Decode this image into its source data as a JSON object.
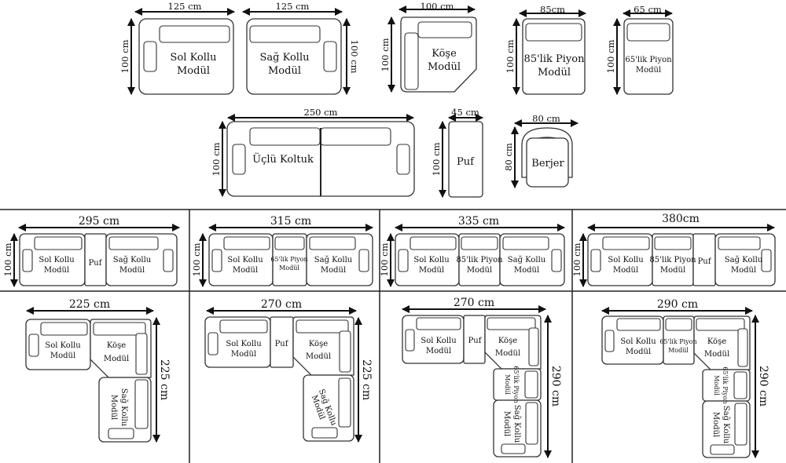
{
  "colors": {
    "stroke": "#333333",
    "fill": "#ffffff",
    "divider": "#222222"
  },
  "modules": {
    "sol": {
      "label1": "Sol Kollu",
      "label2": "Modül",
      "width": "125 cm",
      "depth": "100 cm"
    },
    "sag": {
      "label1": "Sağ Kollu",
      "label2": "Modül",
      "width": "125 cm",
      "depth": "100 cm"
    },
    "kose": {
      "label1": "Köşe",
      "label2": "Modül",
      "width": "100 cm",
      "depth": "100 cm"
    },
    "p85": {
      "label1": "85'lik Piyon",
      "label2": "Modül",
      "width": "85cm",
      "depth": "100 cm"
    },
    "p65": {
      "label1": "65'lik Piyon",
      "label2": "Modül",
      "width": "65 cm",
      "depth": "100 cm"
    },
    "uclu": {
      "label1": "Üçlü Koltuk",
      "width": "250 cm",
      "depth": "100 cm"
    },
    "puf": {
      "label1": "Puf",
      "width": "45 cm",
      "depth": "100 cm"
    },
    "berjer": {
      "label1": "Berjer",
      "width": "80 cm",
      "depth": "80 cm"
    }
  },
  "combos": {
    "c1": {
      "width": "295 cm",
      "depth": "100 cm"
    },
    "c2": {
      "width": "315 cm",
      "depth": "100 cm"
    },
    "c3": {
      "width": "335 cm",
      "depth": "100 cm"
    },
    "c4": {
      "width": "380cm",
      "depth": "100 cm"
    },
    "l1": {
      "width": "225 cm",
      "height": "225 cm"
    },
    "l2": {
      "width": "270 cm",
      "height": "225 cm"
    },
    "l3": {
      "width": "270 cm",
      "height": "290 cm"
    },
    "l4": {
      "width": "290 cm",
      "height": "290 cm"
    }
  },
  "labels": {
    "sol1": "Sol Kollu",
    "sol2": "Modül",
    "sag1": "Sağ Kollu",
    "sag2": "Modül",
    "kose1": "Köşe",
    "kose2": "Modül",
    "p851": "85'lik Piyon",
    "p852": "Modül",
    "p651": "65'lik Piyon",
    "p652": "Modül",
    "puf": "Puf"
  }
}
